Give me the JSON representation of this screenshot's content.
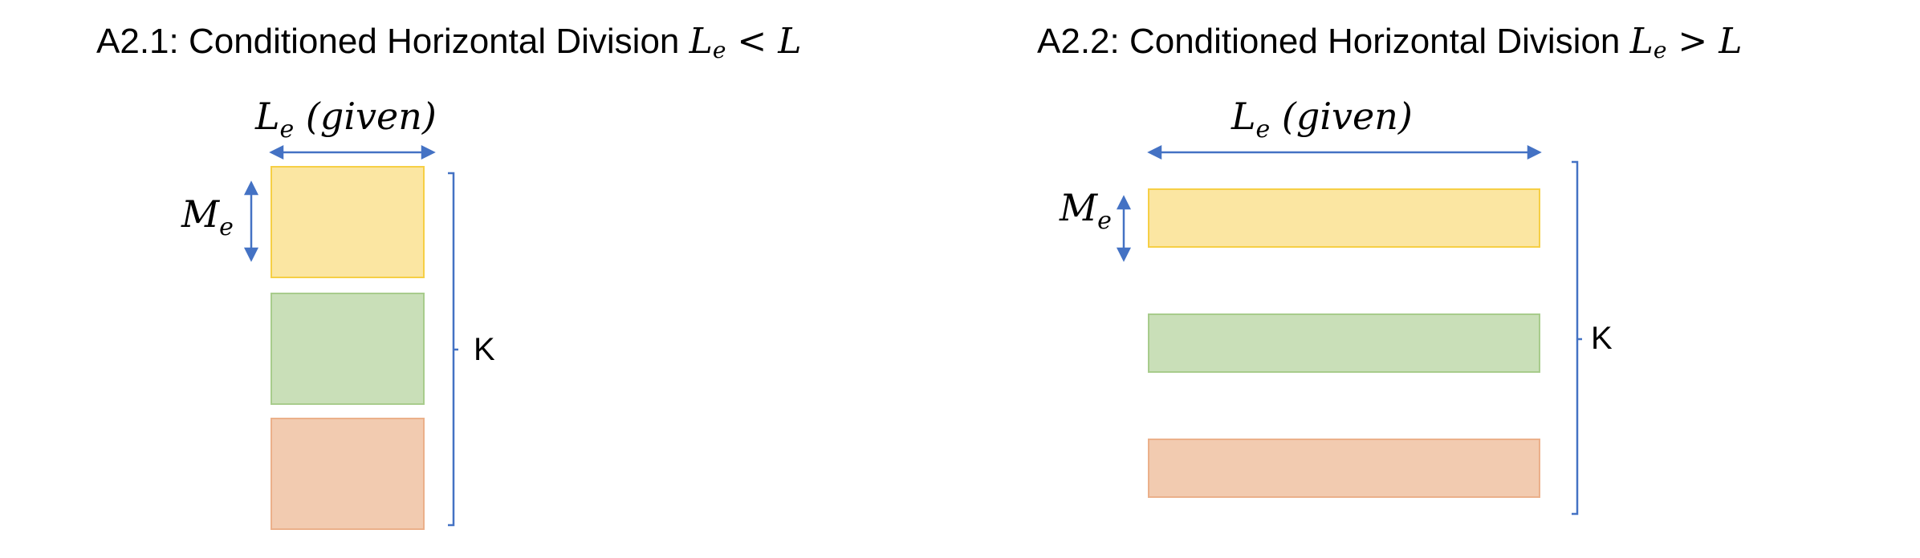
{
  "colors": {
    "arrow": "#4472C4",
    "yellow_fill": "#FBE6A2",
    "green_fill": "#C9DFB8",
    "orange_fill": "#F2CBB0"
  },
  "left_panel": {
    "title_prefix": "A2.1: Conditioned Horizontal Division ",
    "title_math_main": "L",
    "title_math_sub": "e",
    "title_math_rel": " < L",
    "width_label_main": "L",
    "width_label_sub": "e",
    "width_label_rest": " (given)",
    "height_label_main": "M",
    "height_label_sub": "e",
    "k_label": "K"
  },
  "right_panel": {
    "title_prefix": "A2.2: Conditioned Horizontal Division ",
    "title_math_main": "L",
    "title_math_sub": "e",
    "title_math_rel": " > L",
    "width_label_main": "L",
    "width_label_sub": "e",
    "width_label_rest": " (given)",
    "height_label_main": "M",
    "height_label_sub": "e",
    "k_label": "K"
  }
}
